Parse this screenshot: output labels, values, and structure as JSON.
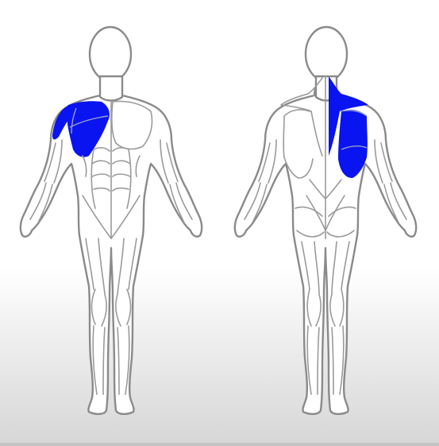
{
  "figure": {
    "views": [
      "front",
      "back"
    ],
    "highlighted_muscles": {
      "front": [
        "anterior-deltoid",
        "pectoralis-major"
      ],
      "back": [
        "trapezius",
        "latissimus-dorsi"
      ]
    },
    "colors": {
      "highlight": "#0a14f0",
      "outline": "#8a8a8a",
      "body_fill": "#ffffff",
      "background_top": "#ffffff",
      "background_bottom": "#d6d6d6"
    }
  }
}
